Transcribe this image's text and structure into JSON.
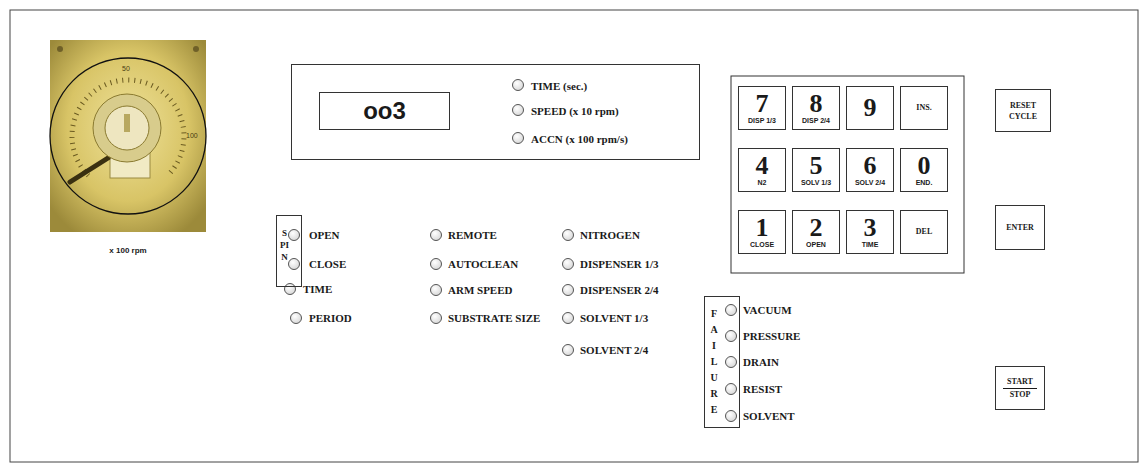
{
  "diagram": {
    "nodes": [
      {
        "text": [
          "TIME (sec.)",
          "SPEED (x 10 rpm)",
          "ACCN (x 100 rpm/s)"
        ]
      },
      {
        "text": [
          "oo3"
        ],
        "in": 0
      },
      {
        "text": [
          "7",
          "DISP 1/3"
        ]
      },
      {
        "text": [
          "8",
          "DISP 2/4"
        ]
      },
      {
        "text": [
          "9"
        ]
      },
      {
        "text": [
          "INS."
        ]
      },
      {
        "text": [
          "4",
          "N2"
        ]
      },
      {
        "text": [
          "5",
          "SOLV 1/3"
        ]
      },
      {
        "text": [
          "6",
          "SOLV 2/4"
        ]
      },
      {
        "text": [
          "0",
          "END."
        ]
      },
      {
        "text": [
          "1",
          "CLOSE"
        ]
      },
      {
        "text": [
          "2",
          "OPEN"
        ]
      },
      {
        "text": [
          "3",
          "TIME"
        ]
      },
      {
        "text": [
          "DEL"
        ]
      },
      {
        "text": [
          "RESET CYCLE"
        ]
      },
      {
        "text": [
          "ENTER"
        ]
      },
      {
        "text": [
          "SPIN"
        ]
      },
      {
        "text": [
          "FAILURE"
        ]
      },
      {
        "text": [
          "START",
          "STOP"
        ]
      }
    ],
    "labels": [
      "x 100 rpm",
      "50",
      "100",
      "OPEN",
      "CLOSE",
      "TIME",
      "PERIOD",
      "REMOTE",
      "AUTOCLEAN",
      "ARM SPEED",
      "SUBSTRATE SIZE",
      "NITROGEN",
      "DISPENSER 1/3",
      "DISPENSER 2/4",
      "SOLVENT 1/3",
      "SOLVENT 2/4",
      "VACUUM",
      "PRESSURE",
      "DRAIN",
      "RESIST",
      "SOLVENT"
    ]
  }
}
